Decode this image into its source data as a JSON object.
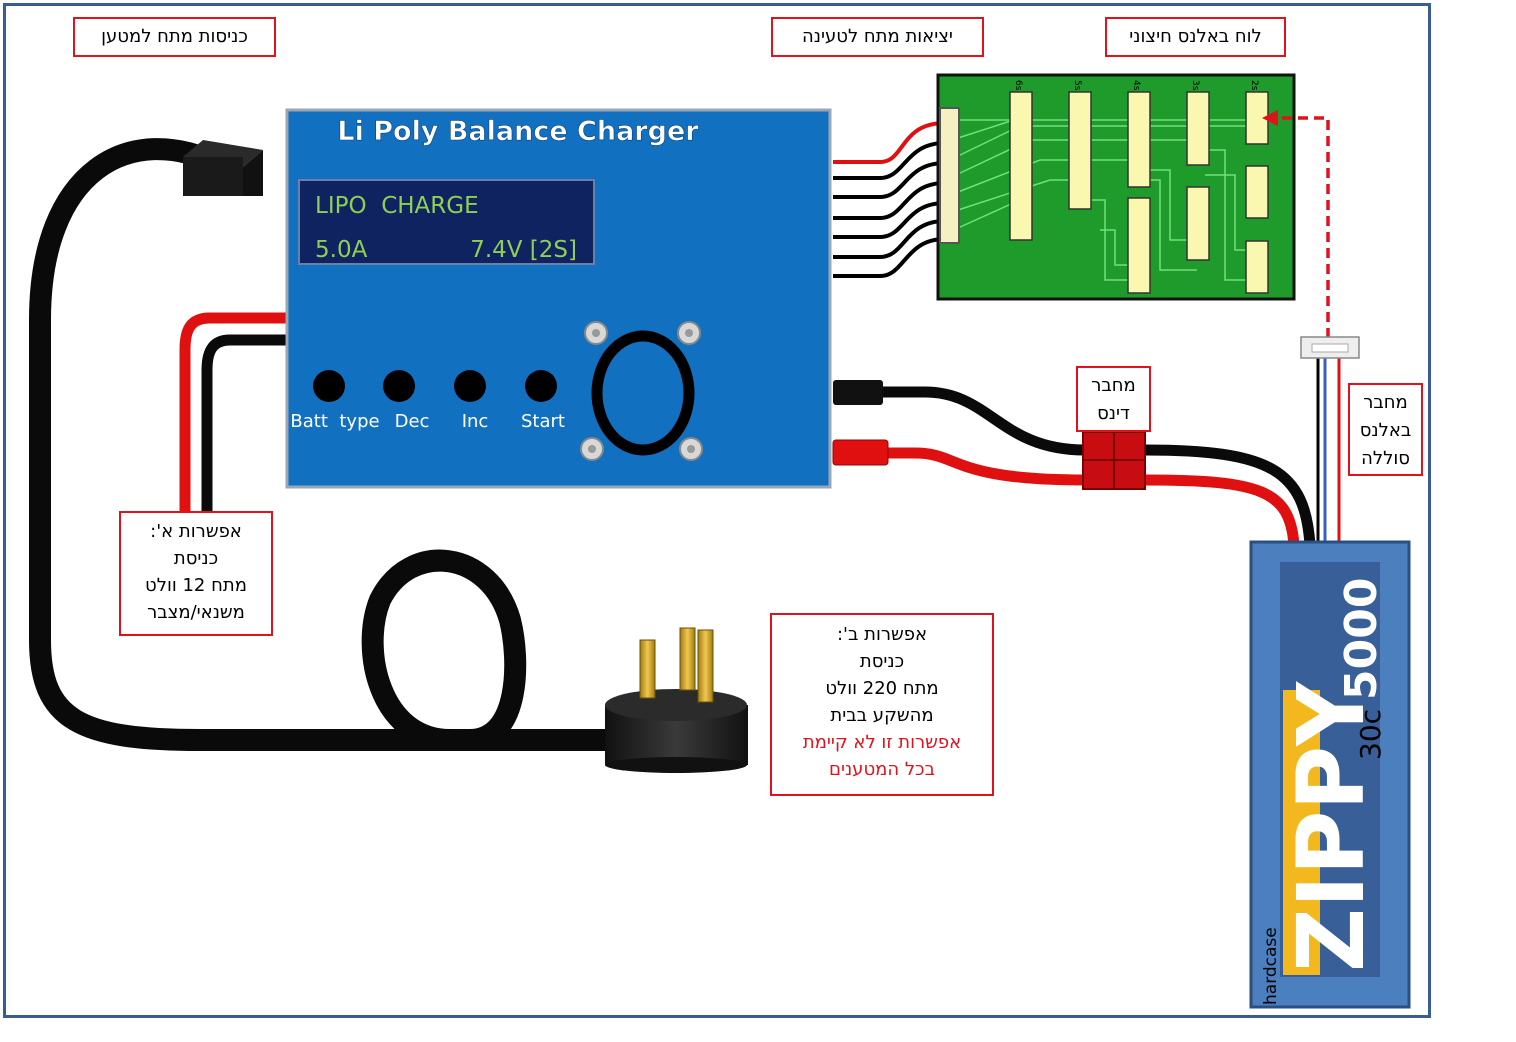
{
  "charger": {
    "title": "Li Poly Balance Charger",
    "screen_line1": "LIPO  CHARGE",
    "screen_current": "5.0A",
    "screen_voltage": "7.4V [2S]",
    "buttons": [
      "Batt  type",
      "Dec",
      "Inc",
      "Start"
    ]
  },
  "labels": {
    "input_voltage": "כניסות מתח למטען",
    "charge_outputs": "יציאות מתח לטעינה",
    "balance_board": "לוח באלנס חיצוני",
    "deans_connector": [
      "מחבר",
      "דינס"
    ],
    "balance_connector": [
      "מחבר",
      "באלנס",
      "סוללה"
    ],
    "option_a": [
      "אפשרות א':",
      "כניסת",
      "מתח 12 וולט",
      "משנאי/מצבר"
    ],
    "option_b": [
      "אפשרות ב':",
      "כניסת",
      "מתח 220 וולט",
      "מהשקע בבית"
    ],
    "option_b_warning": [
      "אפשרות זו לא קיימת",
      "בכל המטענים"
    ]
  },
  "balance_board": {
    "ports": [
      "6s",
      "5s",
      "4s",
      "3s",
      "2s"
    ]
  },
  "battery": {
    "brand": "ZIPPY",
    "capacity": "5000",
    "rating": "30c",
    "case": "hardcase"
  },
  "colors": {
    "charger_body": "#1270c1",
    "screen": "#0f2360",
    "screen_text": "#8fcf55",
    "board": "#1e9b2a",
    "battery": "#4b7fbe",
    "accent_red": "#e0121b"
  }
}
